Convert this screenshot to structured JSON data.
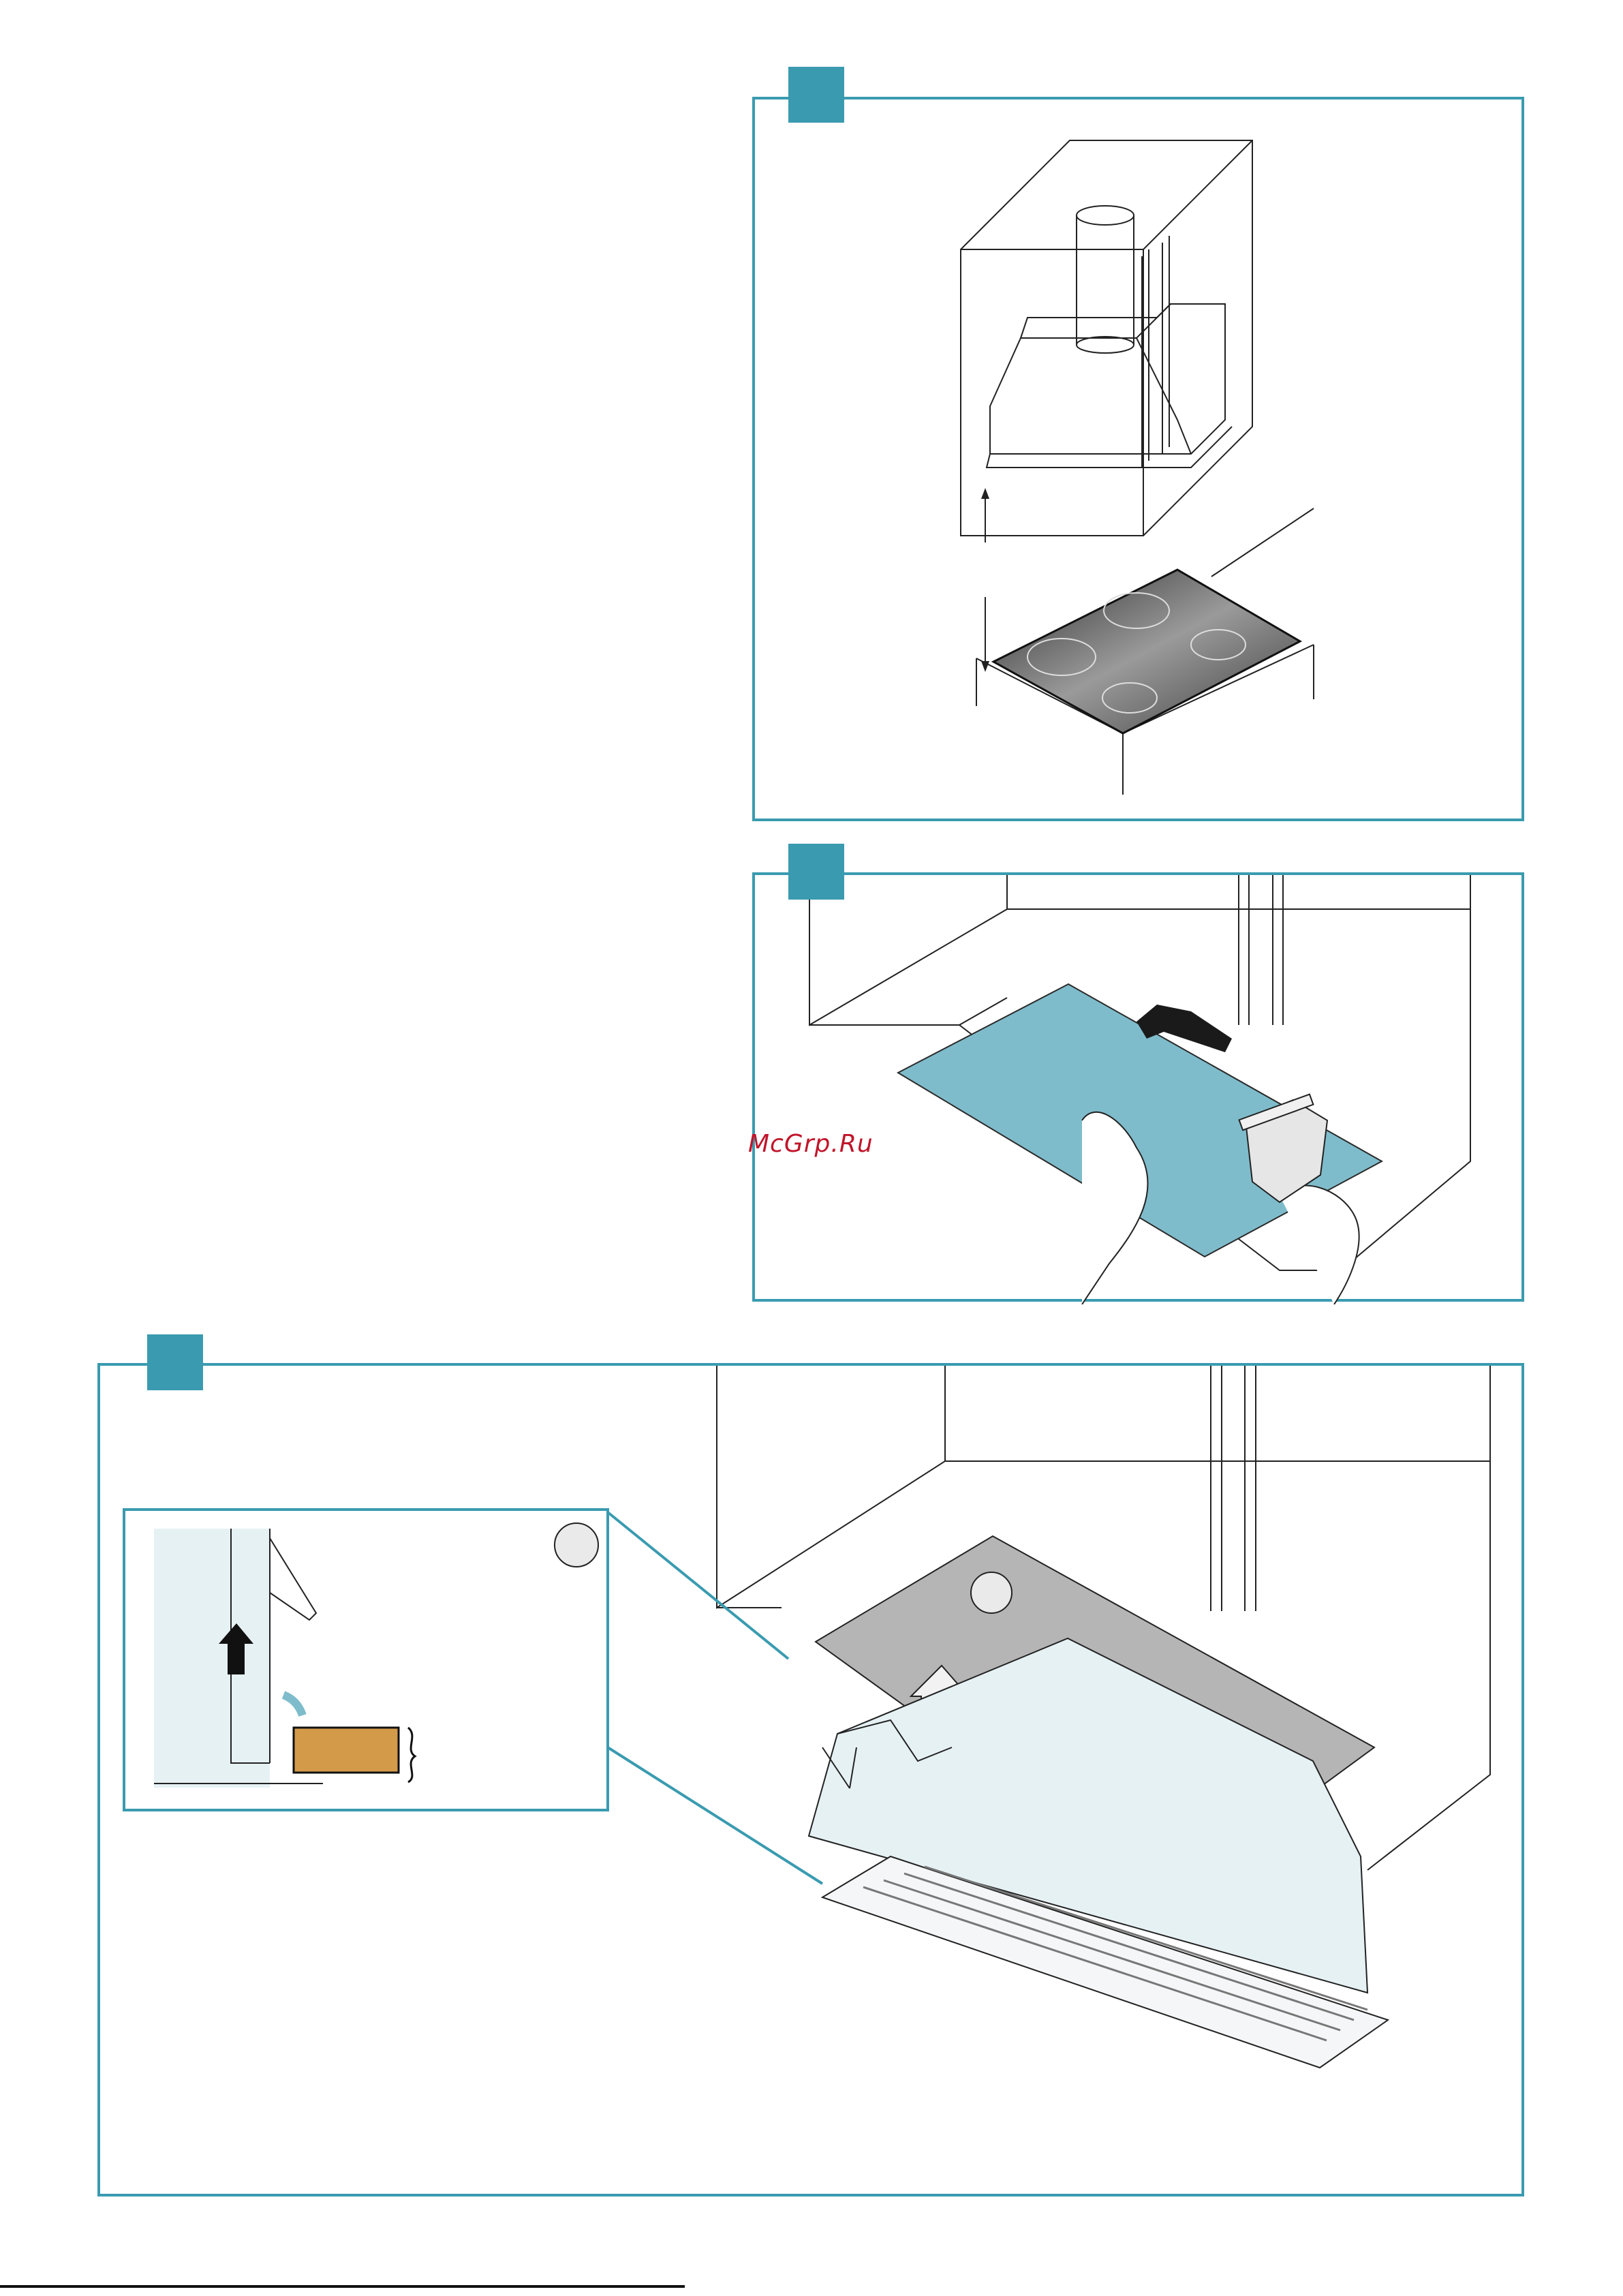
{
  "watermark": {
    "text": "McGrp.Ru"
  },
  "colors": {
    "accent": "#3a9bb0",
    "filter_blue": "#7fbccb",
    "hood_tint": "#e6f1f4",
    "wood": "#d39a4a",
    "watermark_red": "#c0152a"
  },
  "panels": [
    {
      "id": "step-1",
      "content": "hood-into-cabinet-over-cooktop"
    },
    {
      "id": "step-2",
      "content": "cut-cabinet-base-with-jigsaw"
    },
    {
      "id": "step-3",
      "content": "insert-hood-with-detail-inset"
    }
  ]
}
